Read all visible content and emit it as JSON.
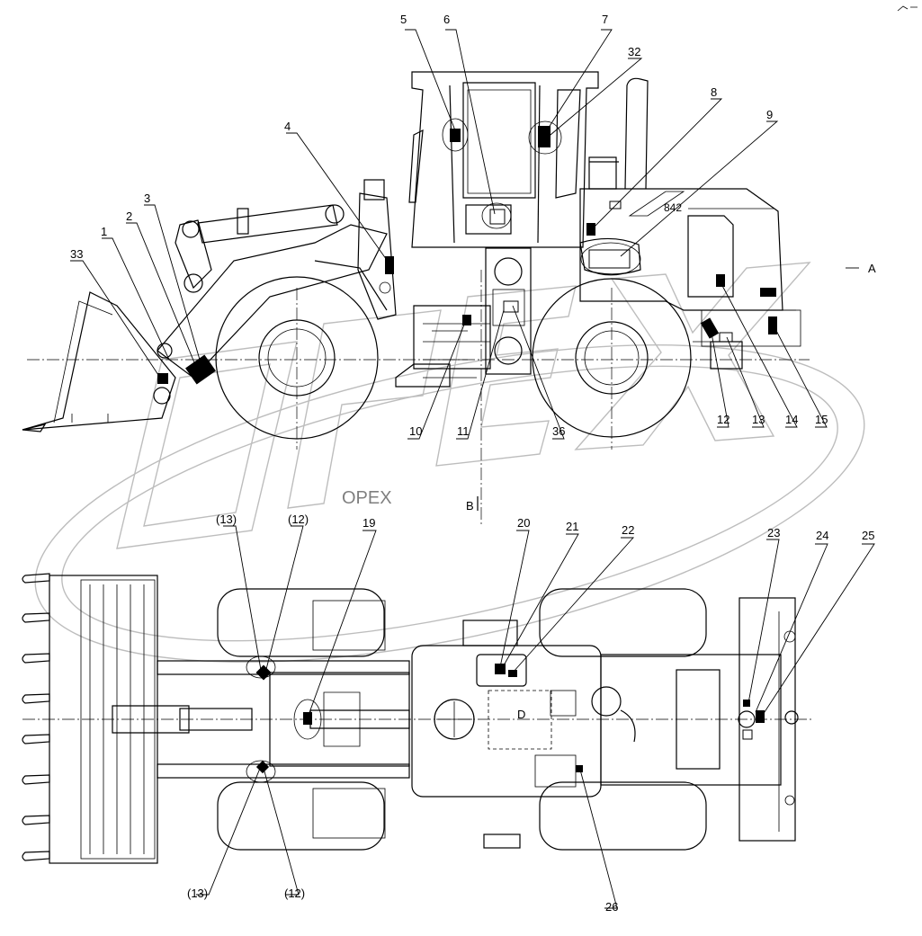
{
  "callouts_side": {
    "c1": "1",
    "c2": "2",
    "c3": "3",
    "c4": "4",
    "c5": "5",
    "c6": "6",
    "c7": "7",
    "c8": "8",
    "c9": "9",
    "c10": "10",
    "c11": "11",
    "c12": "12",
    "c13": "13",
    "c14": "14",
    "c15": "15",
    "c32": "32",
    "c33": "33",
    "c36": "36"
  },
  "callouts_top": {
    "c13a": "(13)",
    "c12a": "(12)",
    "c19": "19",
    "c20": "20",
    "c21": "21",
    "c22": "22",
    "c23": "23",
    "c24": "24",
    "c25": "25",
    "c26": "26",
    "c13b": "(13)",
    "c12b": "(12)"
  },
  "view_marks": {
    "a": "A",
    "b": "B",
    "d": "D"
  },
  "model_badge": "842",
  "watermark": {
    "text": "OPEX",
    "color": "#888888"
  },
  "colors": {
    "line": "#000000",
    "background": "#ffffff"
  },
  "icons": {
    "corner": "corner-mark-icon"
  }
}
